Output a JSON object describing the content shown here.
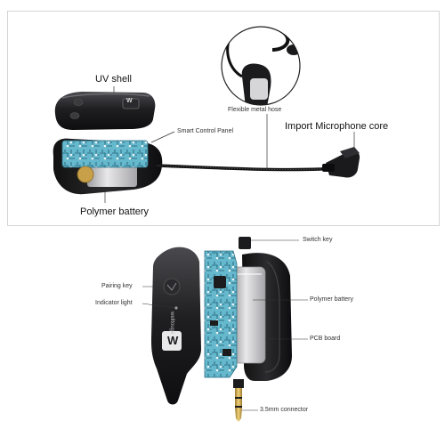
{
  "top": {
    "labels": {
      "uv_shell": "UV shell",
      "flexible_hose": "Flexible metal hose",
      "smart_panel": "Smart Control Panel",
      "mic_core": "Import Microphone core",
      "polymer_battery": "Polymer battery"
    },
    "badge_text": "W"
  },
  "bottom": {
    "labels": {
      "switch_key": "Switch key",
      "pairing_key": "Pairing key",
      "indicator_light": "Indicator light",
      "polymer_battery": "Polymer battery",
      "pcb_board": "PCB board",
      "connector": "3.5mm connector"
    },
    "brand_text": "welltouge",
    "logo_text": "W"
  },
  "colors": {
    "device_black": "#1b1b1d",
    "pcb_blue": "#5fb3c8",
    "pcb_trace": "#2d6f86",
    "battery_silver": "#c9c9cc",
    "connector_gold": "#c8a24a",
    "leader_line": "#333333"
  }
}
